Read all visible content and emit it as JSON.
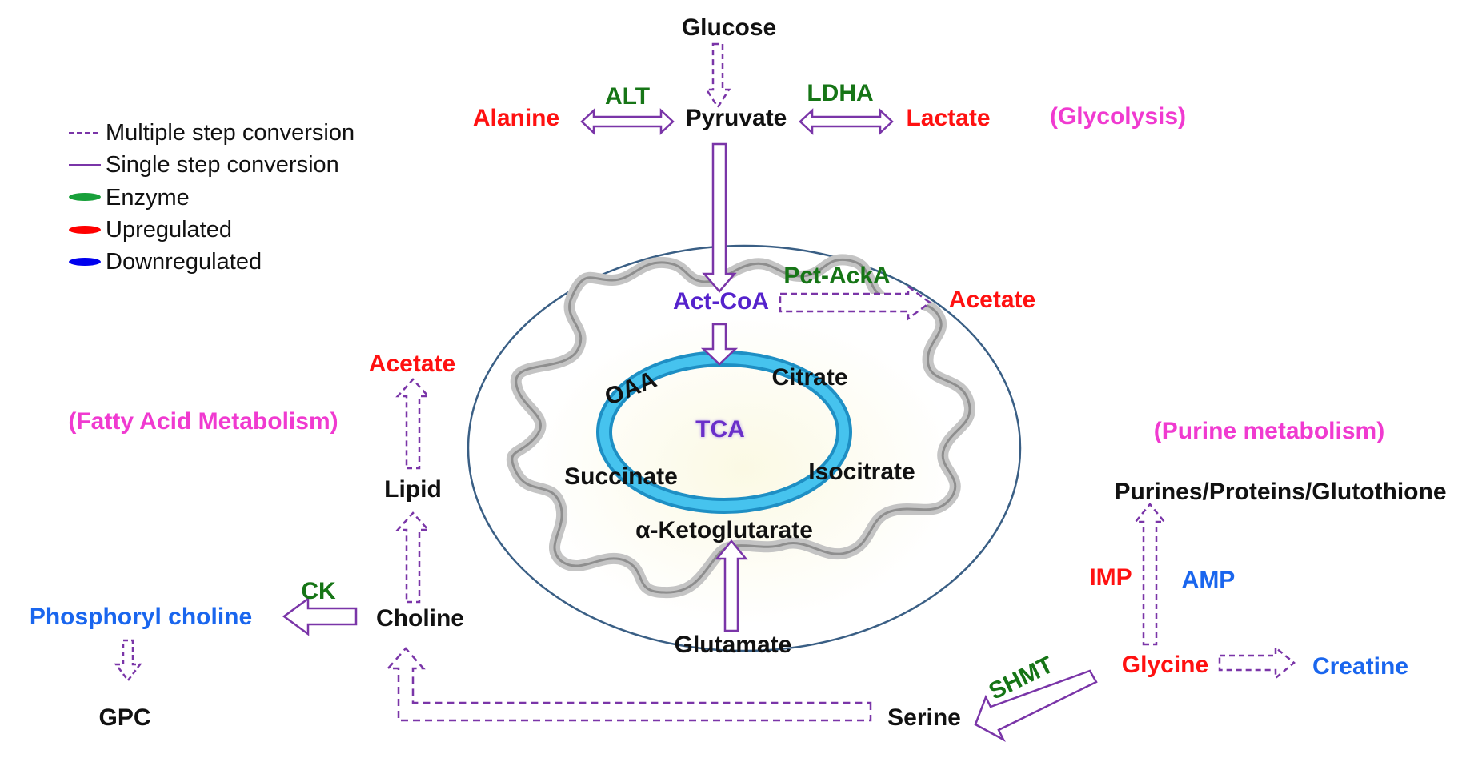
{
  "colors": {
    "metabolite": "#111111",
    "enzyme": "#167516",
    "upregulated": "#ff1111",
    "downregulated": "#1a66ee",
    "pathway": "#f03ad0",
    "acetyl_coa": "#5522cc",
    "tca_label": "#6a2fc9",
    "arrow": "#7a35a8",
    "cell_border": "#3a5f85",
    "tca_ring": "#2aa4d6"
  },
  "legend": {
    "items": [
      {
        "label": "Multiple step conversion",
        "marker": "dashed-line"
      },
      {
        "label": "Single step conversion",
        "marker": "solid-line"
      },
      {
        "label": "Enzyme",
        "marker": "green-oval"
      },
      {
        "label": "Upregulated",
        "marker": "red-oval"
      },
      {
        "label": "Downregulated",
        "marker": "blue-oval"
      }
    ]
  },
  "pathways": {
    "glycolysis": "(Glycolysis)",
    "fatty_acid": "(Fatty Acid Metabolism)",
    "purine": "(Purine metabolism)"
  },
  "enzymes": {
    "alt": "ALT",
    "ldha": "LDHA",
    "pct_acka": "Pct-AckA",
    "ck": "CK",
    "shmt": "SHMT"
  },
  "metabolites": {
    "glucose": "Glucose",
    "pyruvate": "Pyruvate",
    "alanine": "Alanine",
    "lactate": "Lactate",
    "act_coa": "Act-CoA",
    "acetate_mito": "Acetate",
    "acetate_lipid": "Acetate",
    "lipid": "Lipid",
    "choline": "Choline",
    "phosphoryl_choline": "Phosphoryl choline",
    "gpc": "GPC",
    "serine": "Serine",
    "glycine": "Glycine",
    "creatine": "Creatine",
    "purines": "Purines/Proteins/Glutothione",
    "imp": "IMP",
    "amp": "AMP",
    "glutamate": "Glutamate"
  },
  "tca": {
    "label": "TCA",
    "oaa": "OAA",
    "citrate": "Citrate",
    "isocitrate": "Isocitrate",
    "succinate": "Succinate",
    "akg": "α-Ketoglutarate"
  }
}
